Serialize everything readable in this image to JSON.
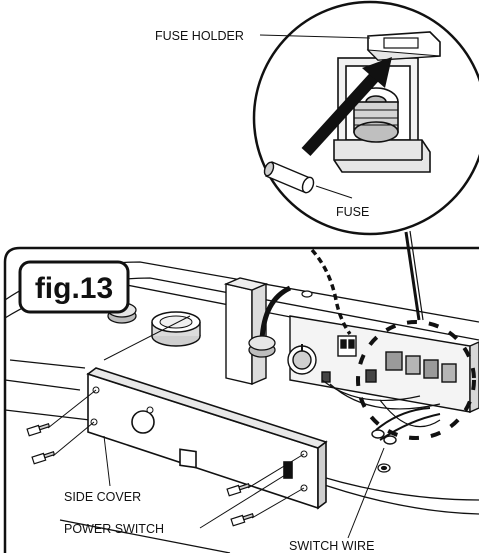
{
  "figure": {
    "badge": "fig.13"
  },
  "callouts": {
    "fuse_holder": "FUSE HOLDER",
    "fuse": "FUSE",
    "side_cover": "SIDE COVER",
    "power_switch": "POWER SWITCH",
    "switch_wire": "SWITCH WIRE"
  }
}
